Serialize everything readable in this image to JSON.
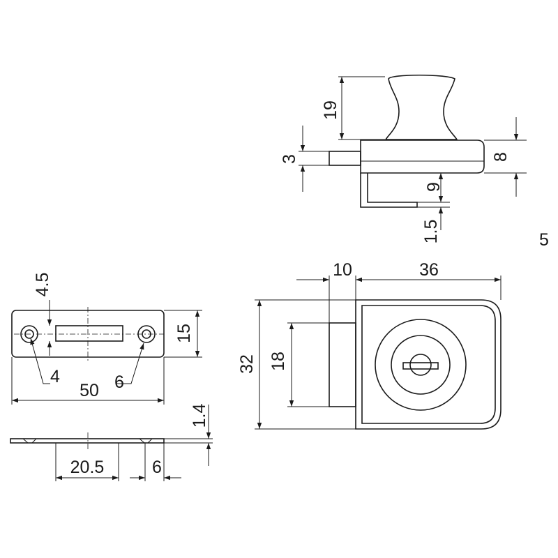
{
  "dimensions": {
    "top_view": {
      "knob_height": "19",
      "pin_height": "3",
      "base_height": "8",
      "hook_gap": "9",
      "hook_thickness": "1.5"
    },
    "front_view": {
      "side_width": "10",
      "body_width": "36",
      "body_height": "32",
      "side_height": "18"
    },
    "strike_plate": {
      "hole_offset": "4.5",
      "height": "15",
      "hole_small": "4",
      "hole_large": "6",
      "length": "50"
    },
    "strike_side": {
      "thickness": "1.4",
      "slot_length": "20.5",
      "end_length": "6"
    },
    "stray_label": "5"
  }
}
